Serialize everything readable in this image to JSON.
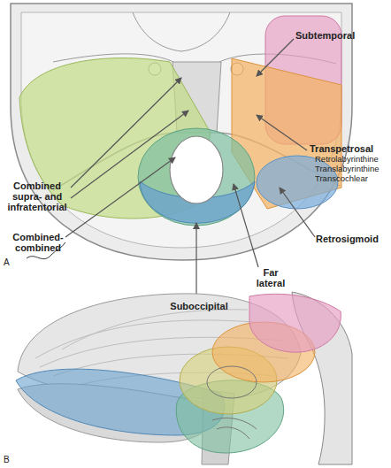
{
  "diagram": {
    "labels": [
      "Subtemporal",
      "Transpetrosal",
      "Retrolabyrinthine",
      "Translabyrinthine",
      "Transcochlear",
      "Combined supra- and infratentorial",
      "Combined-combined",
      "Retrosigmoid",
      "Far lateral",
      "Suboccipital",
      "A",
      "B"
    ]
  }
}
